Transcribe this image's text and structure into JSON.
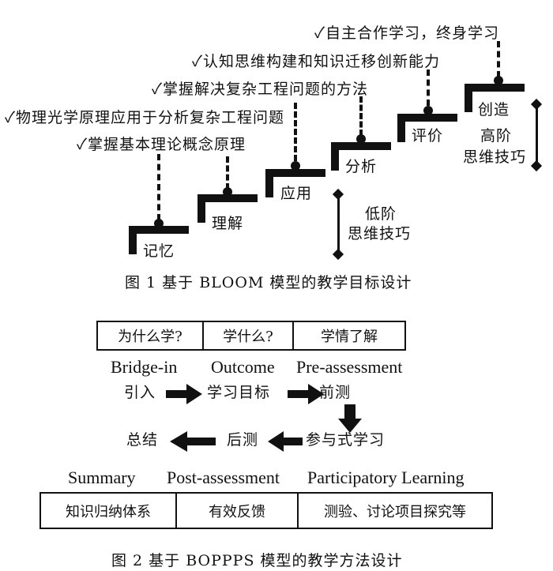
{
  "figure1": {
    "goals": [
      "✓自主合作学习，终身学习",
      "✓认知思维构建和知识迁移创新能力",
      "✓掌握解决复杂工程问题的方法",
      "✓物理光学原理应用于分析复杂工程问题",
      "✓掌握基本理论概念原理"
    ],
    "levels": [
      "记忆",
      "理解",
      "应用",
      "分析",
      "评价",
      "创造"
    ],
    "low_order": [
      "低阶",
      "思维技巧"
    ],
    "high_order": [
      "高阶",
      "思维技巧"
    ],
    "caption": "图 1  基于 BLOOM 模型的教学目标设计"
  },
  "figure2": {
    "top_questions": [
      "为什么学?",
      "学什么?",
      "学情了解"
    ],
    "top_labels_en": [
      "Bridge-in",
      "Outcome",
      "Pre-assessment"
    ],
    "flow": [
      "引入",
      "学习目标",
      "前测",
      "参与式学习",
      "后测",
      "总结"
    ],
    "bottom_labels_en": [
      "Summary",
      "Post-assessment",
      "Participatory Learning"
    ],
    "bottom_cells": [
      "知识归纳体系",
      "有效反馈",
      "测验、讨论项目探究等"
    ],
    "caption": "图 2  基于 BOPPPS 模型的教学方法设计"
  }
}
